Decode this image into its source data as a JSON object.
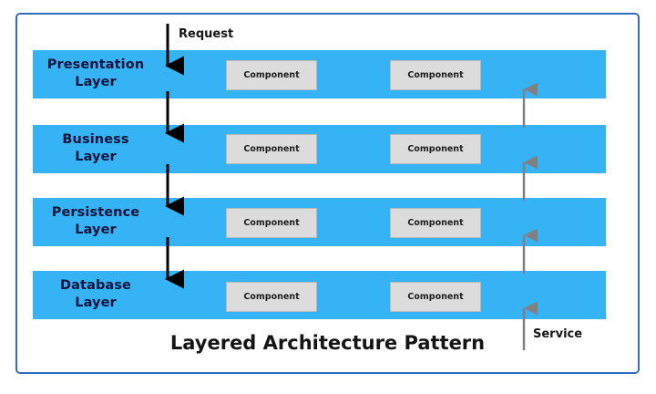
{
  "diagram": {
    "title": "Layered Architecture Pattern",
    "frame_border_color": "#2f6fc0",
    "layer_color": "#35b3f5",
    "component_color": "#dcdcdc",
    "request_arrow_color": "#000000",
    "service_arrow_color": "#808080",
    "layers": [
      {
        "label_line1": "Presentation",
        "label_line2": "Layer",
        "components": [
          "Component",
          "Component"
        ]
      },
      {
        "label_line1": "Business",
        "label_line2": "Layer",
        "components": [
          "Component",
          "Component"
        ]
      },
      {
        "label_line1": "Persistence",
        "label_line2": "Layer",
        "components": [
          "Component",
          "Component"
        ]
      },
      {
        "label_line1": "Database",
        "label_line2": "Layer",
        "components": [
          "Component",
          "Component"
        ]
      }
    ],
    "flow_labels": {
      "request": "Request",
      "service": "Service"
    }
  }
}
